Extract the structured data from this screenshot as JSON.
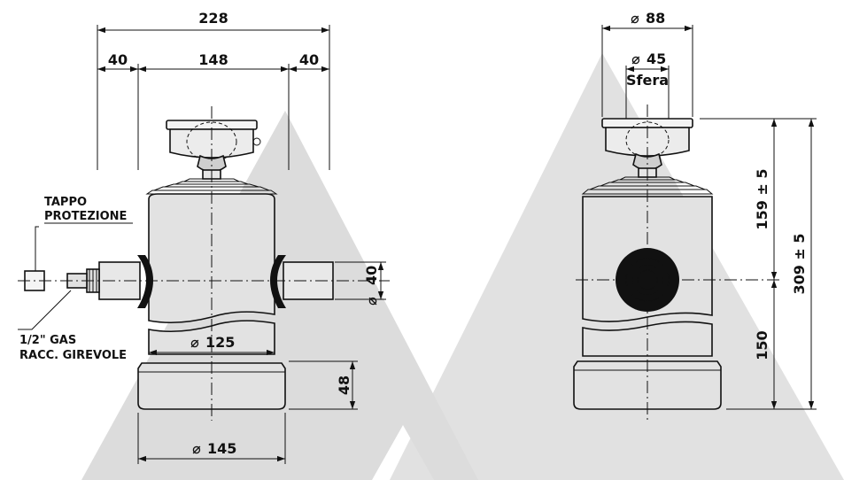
{
  "colors": {
    "background": "#ffffff",
    "watermark": "#d9d9d9",
    "line": "#111111",
    "body_gray": "#dcdcdc",
    "accent_black": "#111111"
  },
  "icons": {
    "diameter": "diameter-symbol"
  },
  "front_view": {
    "dim_overall_width": "228",
    "dim_left_offset": "40",
    "dim_center_width": "148",
    "dim_right_offset": "40",
    "dim_port_diameter": "40",
    "dim_body_diameter": "125",
    "dim_base_diameter": "145",
    "dim_base_height": "48",
    "label_cap_line1": "TAPPO",
    "label_cap_line2": "PROTEZIONE",
    "label_fitting_line1": "1/2\" GAS",
    "label_fitting_line2": "RACC. GIREVOLE"
  },
  "side_view": {
    "dim_head_diameter": "88",
    "dim_sphere_diameter": "45",
    "label_sphere": "Sfera",
    "dim_upper_height": "159 ± 5",
    "dim_total_height": "309 ± 5",
    "dim_lower_height": "150"
  }
}
